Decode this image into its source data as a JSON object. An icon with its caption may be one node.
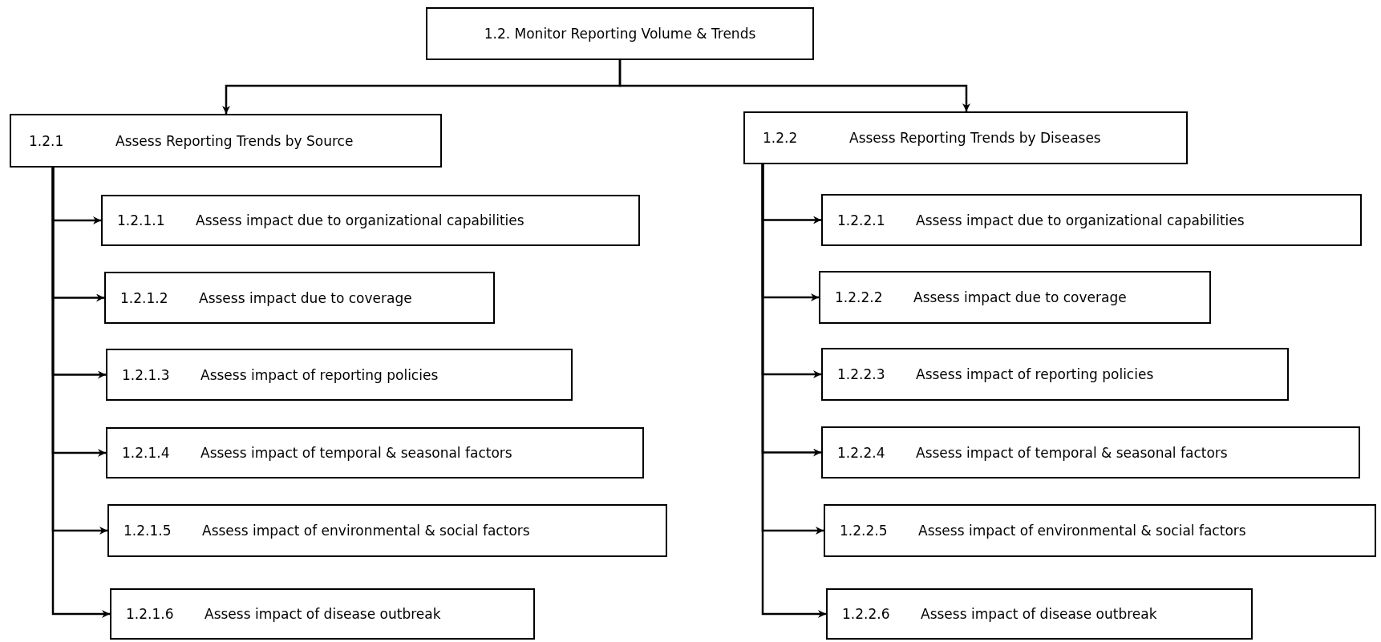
{
  "diagram": {
    "nodes": [
      {
        "text": [
          "1.2.  Monitor Reporting Volume & Trends"
        ]
      },
      {
        "text": [
          "1.2.1",
          "Assess Reporting Trends by Source"
        ]
      },
      {
        "text": [
          "1.2.2",
          "Assess Reporting Trends by Diseases"
        ]
      },
      {
        "text": [
          "1.2.1.1",
          "Assess impact due to organizational capabilities"
        ]
      },
      {
        "text": [
          "1.2.1.2",
          "Assess impact due to coverage"
        ]
      },
      {
        "text": [
          "1.2.1.3",
          "Assess impact of reporting policies"
        ]
      },
      {
        "text": [
          "1.2.1.4",
          "Assess impact of temporal & seasonal factors"
        ]
      },
      {
        "text": [
          "1.2.1.5",
          "Assess impact of environmental & social factors"
        ]
      },
      {
        "text": [
          "1.2.1.6",
          "Assess impact of disease outbreak"
        ]
      },
      {
        "text": [
          "1.2.2.1",
          "Assess impact due to organizational capabilities"
        ]
      },
      {
        "text": [
          "1.2.2.2",
          "Assess impact due to coverage"
        ]
      },
      {
        "text": [
          "1.2.2.3",
          "Assess impact of reporting policies"
        ]
      },
      {
        "text": [
          "1.2.2.4",
          "Assess impact of temporal & seasonal factors"
        ]
      },
      {
        "text": [
          "1.2.2.5",
          "Assess impact of environmental & social factors"
        ]
      },
      {
        "text": [
          "1.2.2.6",
          "Assess impact of disease outbreak"
        ]
      }
    ],
    "edges": [
      {
        "from": 0,
        "to": 1,
        "arrow": "to"
      },
      {
        "from": 0,
        "to": 2,
        "arrow": "to"
      },
      {
        "from": 1,
        "to": 3,
        "arrow": "to"
      },
      {
        "from": 1,
        "to": 4,
        "arrow": "to"
      },
      {
        "from": 1,
        "to": 5,
        "arrow": "to"
      },
      {
        "from": 1,
        "to": 6,
        "arrow": "to"
      },
      {
        "from": 1,
        "to": 7,
        "arrow": "to"
      },
      {
        "from": 1,
        "to": 8,
        "arrow": "to"
      },
      {
        "from": 2,
        "to": 9,
        "arrow": "to"
      },
      {
        "from": 2,
        "to": 10,
        "arrow": "to"
      },
      {
        "from": 2,
        "to": 11,
        "arrow": "to"
      },
      {
        "from": 2,
        "to": 12,
        "arrow": "to"
      },
      {
        "from": 2,
        "to": 13,
        "arrow": "to"
      },
      {
        "from": 2,
        "to": 14,
        "arrow": "to"
      }
    ]
  }
}
